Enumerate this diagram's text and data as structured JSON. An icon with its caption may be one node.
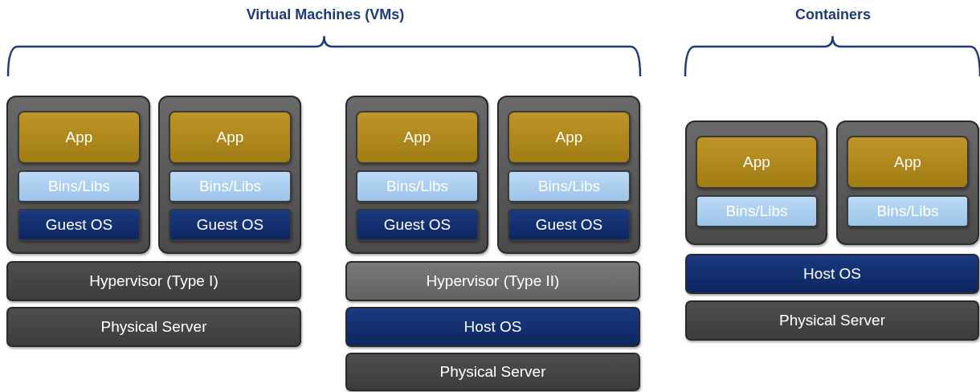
{
  "diagram": {
    "nodes": [
      {
        "text": [],
        "shape": "box"
      },
      {
        "text": [
          "App"
        ],
        "in": 0
      },
      {
        "text": [
          "Bins/Libs"
        ],
        "in": 0
      },
      {
        "text": [
          "Guest OS"
        ],
        "in": 0
      },
      {
        "text": [],
        "shape": "box"
      },
      {
        "text": [
          "App"
        ],
        "in": 4
      },
      {
        "text": [
          "Bins/Libs"
        ],
        "in": 4
      },
      {
        "text": [
          "Guest OS"
        ],
        "in": 4
      },
      {
        "text": [
          "Hypervisor (Type I)"
        ]
      },
      {
        "text": [
          "Physical Server"
        ]
      },
      {
        "text": [],
        "shape": "box"
      },
      {
        "text": [
          "App"
        ],
        "in": 10
      },
      {
        "text": [
          "Bins/Libs"
        ],
        "in": 10
      },
      {
        "text": [
          "Guest OS"
        ],
        "in": 10
      },
      {
        "text": [],
        "shape": "box"
      },
      {
        "text": [
          "App"
        ],
        "in": 14
      },
      {
        "text": [
          "Bins/Libs"
        ],
        "in": 14
      },
      {
        "text": [
          "Guest OS"
        ],
        "in": 14
      },
      {
        "text": [
          "Hypervisor (Type II)"
        ]
      },
      {
        "text": [
          "Host OS"
        ]
      },
      {
        "text": [
          "Physical Server"
        ]
      },
      {
        "text": [],
        "shape": "box"
      },
      {
        "text": [
          "App"
        ],
        "in": 21
      },
      {
        "text": [
          "Bins/Libs"
        ],
        "in": 21
      },
      {
        "text": [],
        "shape": "box"
      },
      {
        "text": [
          "App"
        ],
        "in": 24
      },
      {
        "text": [
          "Bins/Libs"
        ],
        "in": 24
      },
      {
        "text": [
          "Host OS"
        ]
      },
      {
        "text": [
          "Physical Server"
        ]
      }
    ],
    "labels": [
      "Virtual Machines (VMs)",
      "Containers"
    ]
  }
}
